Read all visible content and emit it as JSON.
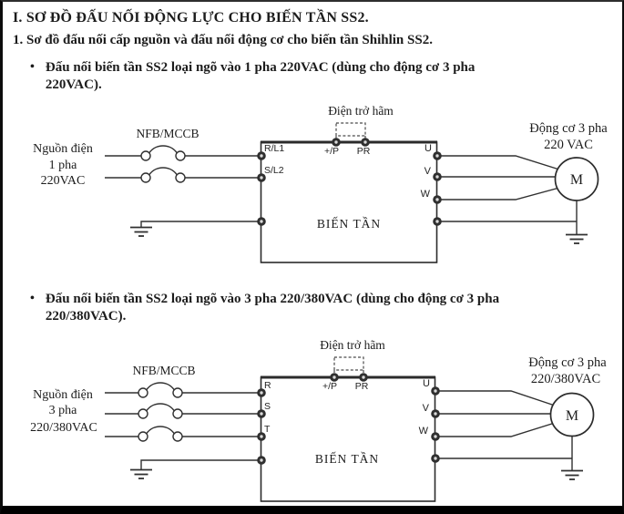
{
  "page": {
    "title": "I. SƠ ĐỒ ĐẤU NỐI ĐỘNG LỰC CHO BIẾN TẦN SS2.",
    "subtitle": "1. Sơ đồ đấu nối cấp nguồn và đấu nối động cơ cho biến tần Shihlin SS2.",
    "bullet_glyph": "•",
    "bullets": [
      {
        "lines": [
          "Đấu nối biến tần SS2 loại ngõ vào 1 pha 220VAC (dùng cho động cơ 3 pha",
          "220VAC)."
        ]
      },
      {
        "lines": [
          "Đấu nối biến tần SS2 loại ngõ vào 3 pha 220/380VAC (dùng cho động cơ 3 pha",
          "220/380VAC)."
        ]
      }
    ]
  },
  "diagram_single_phase": {
    "source": {
      "line1": "Nguồn điện",
      "line2": "1 pha",
      "line3": "220VAC"
    },
    "breaker_label": "NFB/MCCB",
    "brake_resistor_label": "Điện trở hãm",
    "inverter_label": "BIẾN TẦN",
    "terminals": {
      "input1": "R/L1",
      "input2": "S/L2",
      "dc_plus": "+/P",
      "brake": "PR",
      "out1": "U",
      "out2": "V",
      "out3": "W"
    },
    "motor": {
      "label1": "Động cơ 3 pha",
      "label2": "220 VAC",
      "symbol": "M"
    }
  },
  "diagram_three_phase": {
    "source": {
      "line1": "Nguồn điện",
      "line2": "3 pha",
      "line3": "220/380VAC"
    },
    "breaker_label": "NFB/MCCB",
    "brake_resistor_label": "Điện trở hãm",
    "inverter_label": "BIẾN TẦN",
    "terminals": {
      "input1": "R",
      "input2": "S",
      "input3": "T",
      "dc_plus": "+/P",
      "brake": "PR",
      "out1": "U",
      "out2": "V",
      "out3": "W"
    },
    "motor": {
      "label1": "Động cơ 3 pha",
      "label2": "220/380VAC",
      "symbol": "M"
    }
  },
  "colors": {
    "ink": "#1c1c1c",
    "line": "#303030",
    "paper": "#ffffff"
  }
}
